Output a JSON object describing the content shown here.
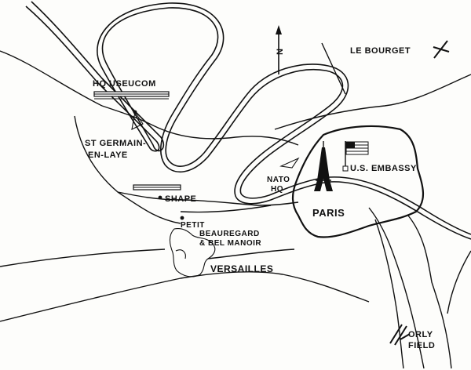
{
  "labels": {
    "hq_useucom": "HQ  USEUCOM",
    "st_germain_1": "ST GERMAIN-",
    "st_germain_2": "EN-LAYE",
    "shape": "SHAPE",
    "petit": "PETIT",
    "beauregard": "BEAUREGARD",
    "bel_manoir": "& BEL MANOIR",
    "versailles": "VERSAILLES",
    "nato_1": "NATO",
    "nato_2": "HQ",
    "paris": "PARIS",
    "us_embassy": "U.S. EMBASSY",
    "le_bourget": "LE BOURGET",
    "orly_1": "ORLY",
    "orly_2": "FIELD",
    "north": "N"
  },
  "icons": {
    "north_arrow": "north-arrow-icon",
    "airplane": "airplane-icon",
    "eiffel_tower": "eiffel-tower-icon",
    "flag": "us-flag-icon",
    "runway": "runway-icon"
  },
  "colors": {
    "ink": "#111111",
    "paper": "#fdfdfb"
  }
}
